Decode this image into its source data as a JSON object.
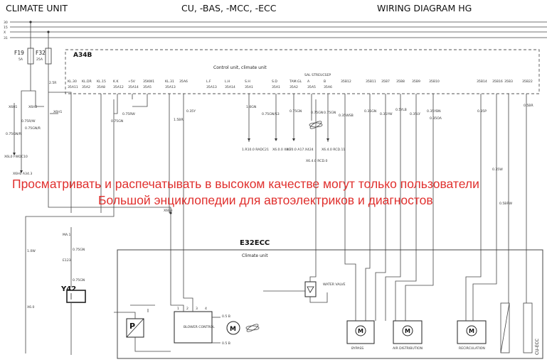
{
  "header": {
    "left": "CLIMATE UNIT",
    "center": "CU, -BAS, -MCC, -ECC",
    "right": "WIRING DIAGRAM HG"
  },
  "rails": [
    "30",
    "15",
    "X",
    "31"
  ],
  "fuses": [
    {
      "name": "F19",
      "rating": "5A"
    },
    {
      "name": "F32",
      "rating": "25A"
    }
  ],
  "control_unit": {
    "id": "A34B",
    "title": "Control unit, climate unit",
    "group_label": "SAL STREUCSEP",
    "pins": [
      {
        "name": "KL.30",
        "num": "35A11"
      },
      {
        "name": "KL.DR",
        "num": "35A2"
      },
      {
        "name": "KL.15",
        "num": "35A8"
      },
      {
        "name": "K.K",
        "num": "35A12"
      },
      {
        "name": "+5V",
        "num": "35A14"
      },
      {
        "name": "35KW1",
        "num": "35A5"
      },
      {
        "name": "KL.31",
        "num": "35A13"
      },
      {
        "name": "35A6",
        "num": ""
      },
      {
        "name": "L.F",
        "num": "35A13"
      },
      {
        "name": "L.H",
        "num": "35A14"
      },
      {
        "name": "S.H",
        "num": "35A1"
      },
      {
        "name": "S.D",
        "num": "35A1"
      },
      {
        "name": "TAM.GL",
        "num": "35A2"
      },
      {
        "name": "A",
        "num": "35A5"
      },
      {
        "name": "B",
        "num": "35A6"
      },
      {
        "name": "35B12",
        "num": ""
      },
      {
        "name": "35B11",
        "num": ""
      },
      {
        "name": "35B7",
        "num": ""
      },
      {
        "name": "35B8",
        "num": ""
      },
      {
        "name": "35B9",
        "num": ""
      },
      {
        "name": "35B10",
        "num": ""
      },
      {
        "name": "35B14",
        "num": ""
      },
      {
        "name": "35B16",
        "num": ""
      },
      {
        "name": "35B3",
        "num": ""
      },
      {
        "name": "35B22",
        "num": ""
      }
    ]
  },
  "wire_colors": [
    {
      "text": "2.5R",
      "bind": "w1"
    },
    {
      "text": "0.75RW",
      "bind": "w2"
    },
    {
      "text": "0.75R/W",
      "bind": "w3"
    },
    {
      "text": "0.75GN",
      "bind": "w4"
    },
    {
      "text": "0.35Y",
      "bind": "w5"
    },
    {
      "text": "1.5BR",
      "bind": "w6"
    },
    {
      "text": "1.0GN",
      "bind": "w7"
    },
    {
      "text": "0.75GN/S3",
      "bind": "w8"
    },
    {
      "text": "0.75GN",
      "bind": "w9"
    },
    {
      "text": "0.75GN",
      "bind": "w10"
    },
    {
      "text": "0.75GN",
      "bind": "w11"
    },
    {
      "text": "0.35WSB",
      "bind": "w12"
    },
    {
      "text": "0.35GN",
      "bind": "w13"
    },
    {
      "text": "0.35YW",
      "bind": "w14"
    },
    {
      "text": "0.5YLB",
      "bind": "w15"
    },
    {
      "text": "0.35LY",
      "bind": "w16"
    },
    {
      "text": "0.35YBN",
      "bind": "w17"
    },
    {
      "text": "0.35OA",
      "bind": "w18"
    },
    {
      "text": "0.35P",
      "bind": "w19"
    },
    {
      "text": "0.35W",
      "bind": "w20"
    },
    {
      "text": "0.5BRW",
      "bind": "w21"
    },
    {
      "text": "0.5BR",
      "bind": "w22"
    }
  ],
  "side_refs": [
    {
      "text": "X6H1",
      "bind": "r1"
    },
    {
      "text": "X6H2",
      "bind": "r2"
    },
    {
      "text": "X6H1",
      "bind": "r3"
    },
    {
      "text": "X6H2",
      "bind": "r4"
    },
    {
      "text": "X6H3",
      "bind": "r5"
    },
    {
      "text": "0.75GN/R",
      "bind": "r6"
    },
    {
      "text": "0.75GN/R",
      "bind": "r7"
    },
    {
      "text": "X6L0 FWDC10",
      "bind": "r8"
    },
    {
      "text": "X6H0 A34.3",
      "bind": "r9"
    }
  ],
  "connector_refs": [
    {
      "text": "1.R10.0 RADC21",
      "bind": "c1"
    },
    {
      "text": "X6.0.0 X4.7",
      "bind": "c2"
    },
    {
      "text": "X6.0.0 A17.X424",
      "bind": "c3"
    },
    {
      "text": "X6.4.0 RCD.11",
      "bind": "c4"
    },
    {
      "text": "X6.4.0 RCD.0",
      "bind": "c5"
    }
  ],
  "lower": {
    "junction": "X6G3",
    "mal": "MA.1",
    "mal_wire": "0.75GN",
    "mid_wire": "0.75GN",
    "ref_2": "E123",
    "ref_3": "X6.0",
    "left_wire": "1.0W",
    "y42_label": "Y42"
  },
  "watermark": {
    "line1": "Просматривать и распечатывать в высоком качестве могут только пользователи",
    "line2": "Большой энциклопедии для автоэлектриков и диагностов"
  },
  "unit_e32": {
    "id": "E32ECC",
    "title": "Climate unit",
    "water_valve": "WATER VALVE",
    "blower": "BLOWER CONTROL",
    "blower_terms": [
      "0.5 B",
      "0.5 B"
    ],
    "blower_pins": [
      "1",
      "2",
      "3",
      "4"
    ],
    "pressure": "P",
    "motor": "M",
    "bypass": "BYPASS",
    "air_distribution": "AIR DISTRIBUTION",
    "recirculation": "RECIRCULATION",
    "side_label": "CU-ECC"
  }
}
